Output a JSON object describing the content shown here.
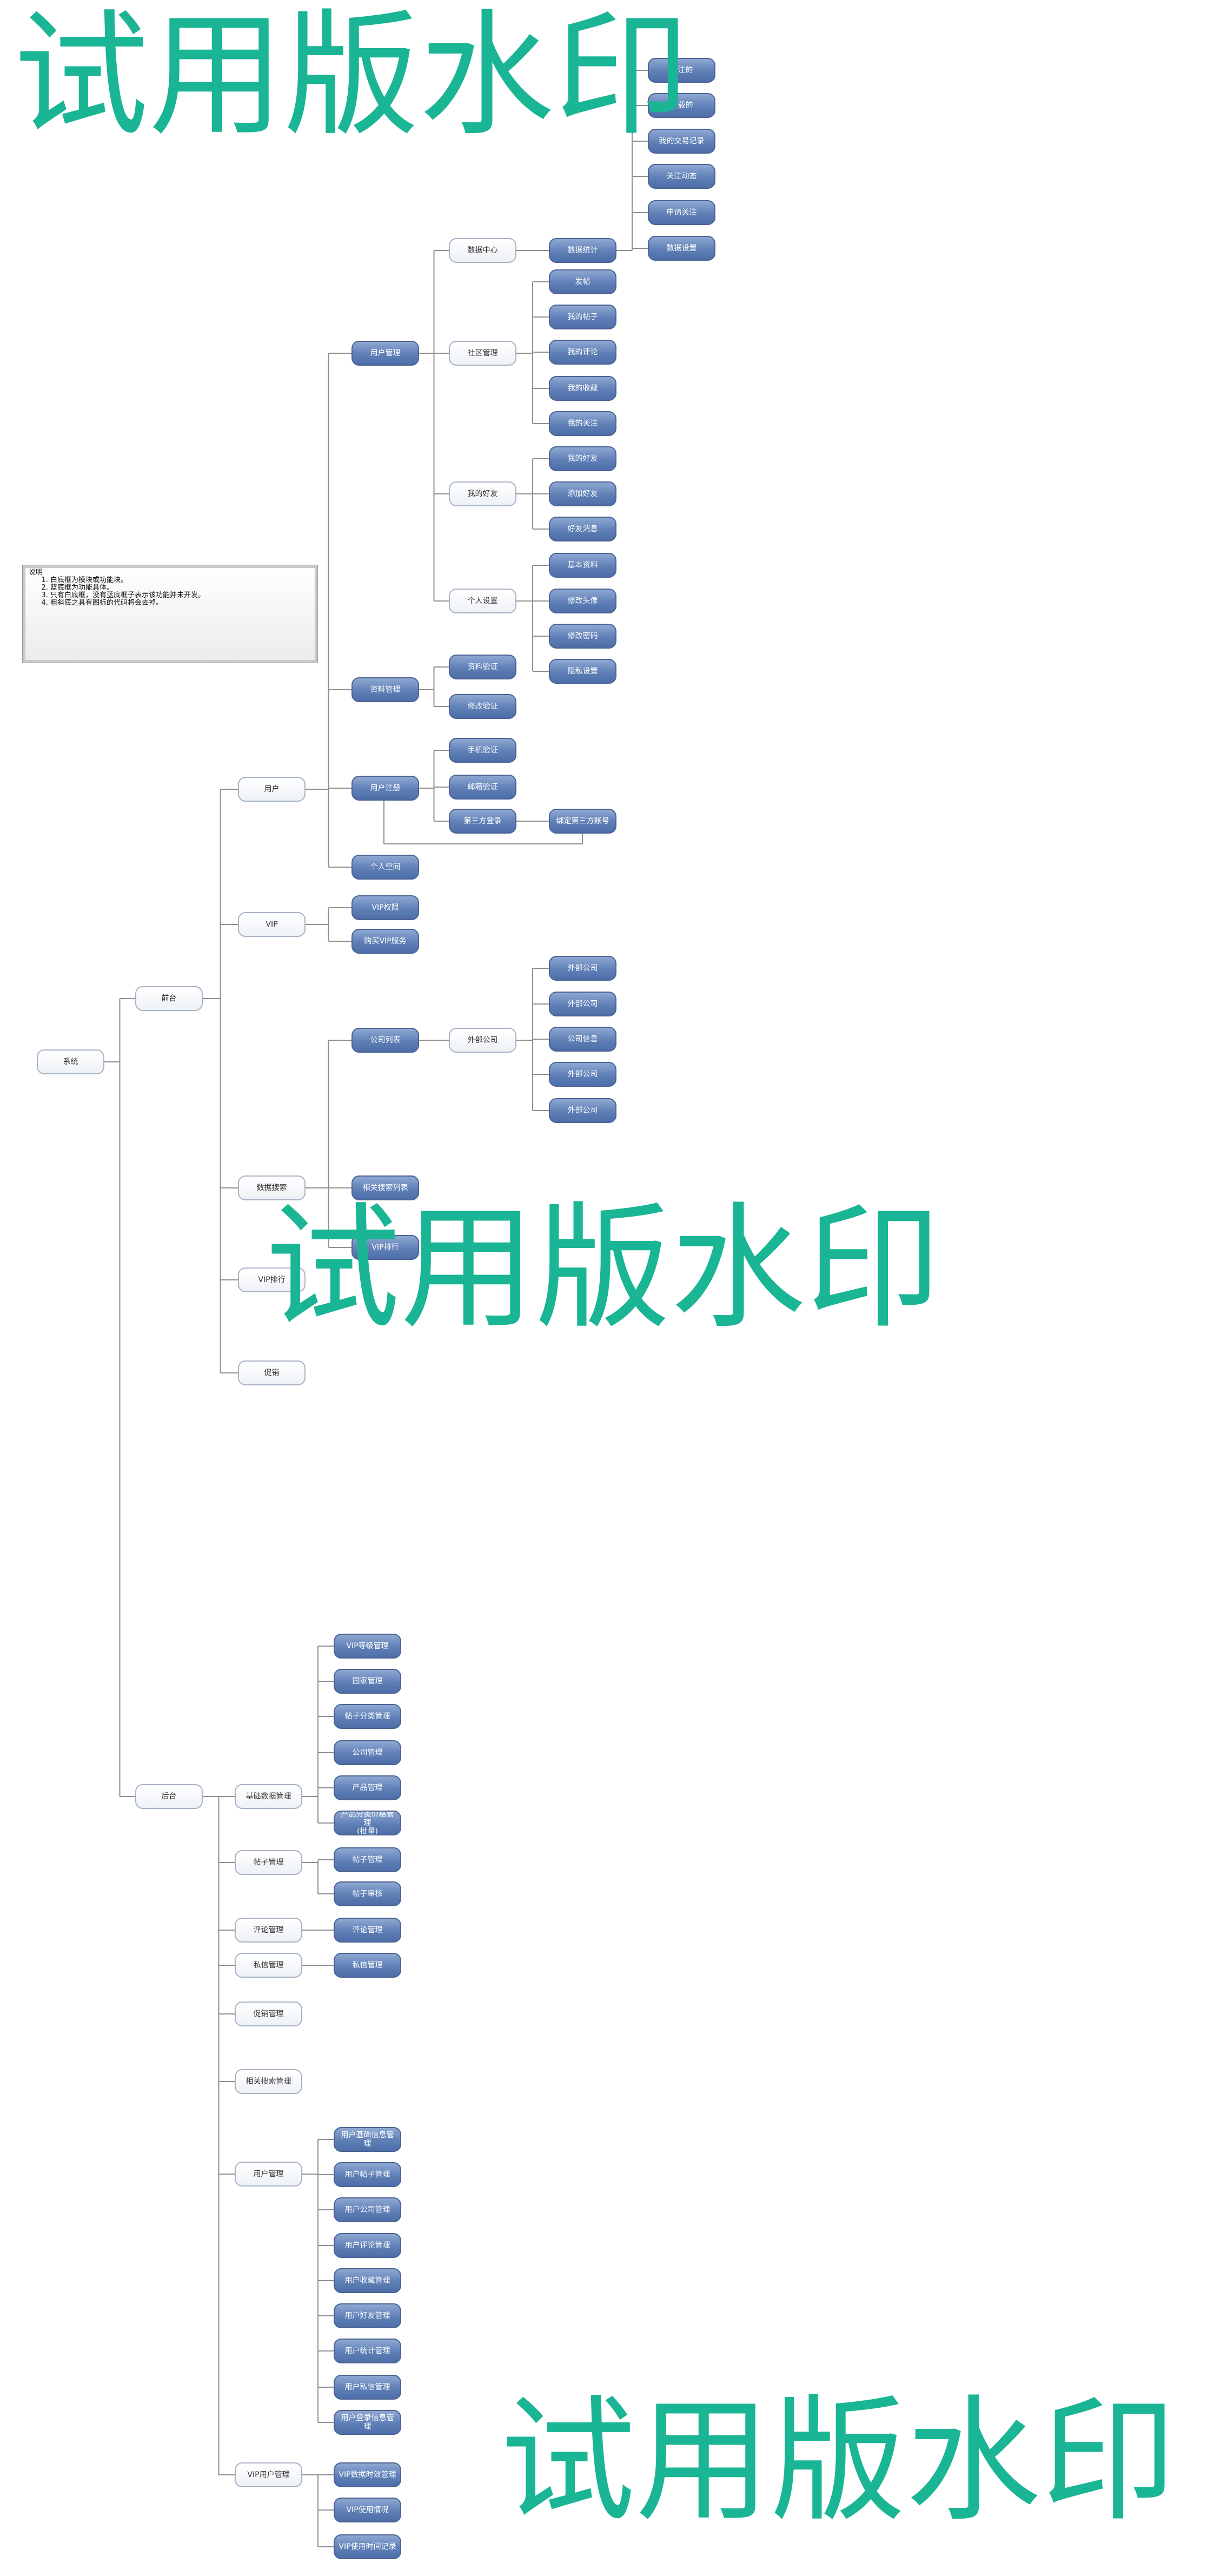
{
  "note": {
    "title": "说明",
    "items": [
      "白底框为模块或功能块。",
      "蓝底框为功能具体。",
      "只有白底框，没有蓝底框子表示该功能并未开发。",
      "粗斜底之具有图标的代码将会去掉。"
    ]
  },
  "watermark": "试用版水印",
  "nodes": {
    "root": "系统",
    "front": "前台",
    "back": "后台",
    "user": "用户",
    "vip": "VIP",
    "data_search": "数据搜索",
    "vip_rank": "VIP排行",
    "promo": "促销",
    "user_mgmt": "用户管理",
    "data_center": "数据中心",
    "data_statistics": "数据统计",
    "dc_1": "关注的",
    "dc_2": "下载的",
    "dc_3": "我的交易记录",
    "dc_4": "关注动态",
    "dc_5": "申请关注",
    "dc_6": "数据设置",
    "community_mgmt": "社区管理",
    "cm_1": "发帖",
    "cm_2": "我的帖子",
    "cm_3": "我的评论",
    "cm_4": "我的收藏",
    "cm_5": "我的关注",
    "friends": "我的好友",
    "fr_1": "我的好友",
    "fr_2": "添加好友",
    "fr_3": "好友消息",
    "personal": "个人设置",
    "ps_1": "基本资料",
    "ps_2": "修改头像",
    "ps_3": "修改密码",
    "ps_4": "隐私设置",
    "profile_mgmt": "资料管理",
    "pm_1": "资料验证",
    "pm_2": "修改验证",
    "user_register": "用户注册",
    "ur_1": "手机验证",
    "ur_2": "邮箱验证",
    "ur_3": "第三方登录",
    "ur_3_1": "绑定第三方账号",
    "personal_space": "个人空间",
    "vip_1": "VIP权限",
    "vip_2": "购买VIP服务",
    "company_list": "公司列表",
    "external_company": "外部公司",
    "ec_1": "外部公司",
    "ec_2": "外部公司",
    "ec_3": "公司信息",
    "ec_4": "外部公司",
    "ec_5": "外部公司",
    "related_search": "相关搜索列表",
    "vip_rank_list": "VIP排行",
    "base_data_mgmt": "基础数据管理",
    "bd_1": "VIP等级管理",
    "bd_2": "国家管理",
    "bd_3": "帖子分类管理",
    "bd_4": "公司管理",
    "bd_5": "产品管理",
    "bd_6": "产品分类价格管理\n(批量)",
    "post_mgmt": "帖子管理",
    "po_1": "帖子管理",
    "po_2": "帖子审核",
    "comment_mgmt": "评论管理",
    "co_1": "评论管理",
    "message_mgmt": "私信管理",
    "me_1": "私信管理",
    "promo_mgmt": "促销管理",
    "related_search_mgmt": "相关搜索管理",
    "user_mgmt_back": "用户管理",
    "um_1": "用户基础信息管理",
    "um_2": "用户帖子管理",
    "um_3": "用户公司管理",
    "um_4": "用户评论管理",
    "um_5": "用户收藏管理",
    "um_6": "用户好友管理",
    "um_7": "用户统计管理",
    "um_8": "用户私信管理",
    "um_9": "用户登录信息管理",
    "vip_user_mgmt": "VIP用户管理",
    "vu_1": "VIP数据时效管理",
    "vu_2": "VIP使用情况",
    "vu_3": "VIP使用时间记录"
  }
}
